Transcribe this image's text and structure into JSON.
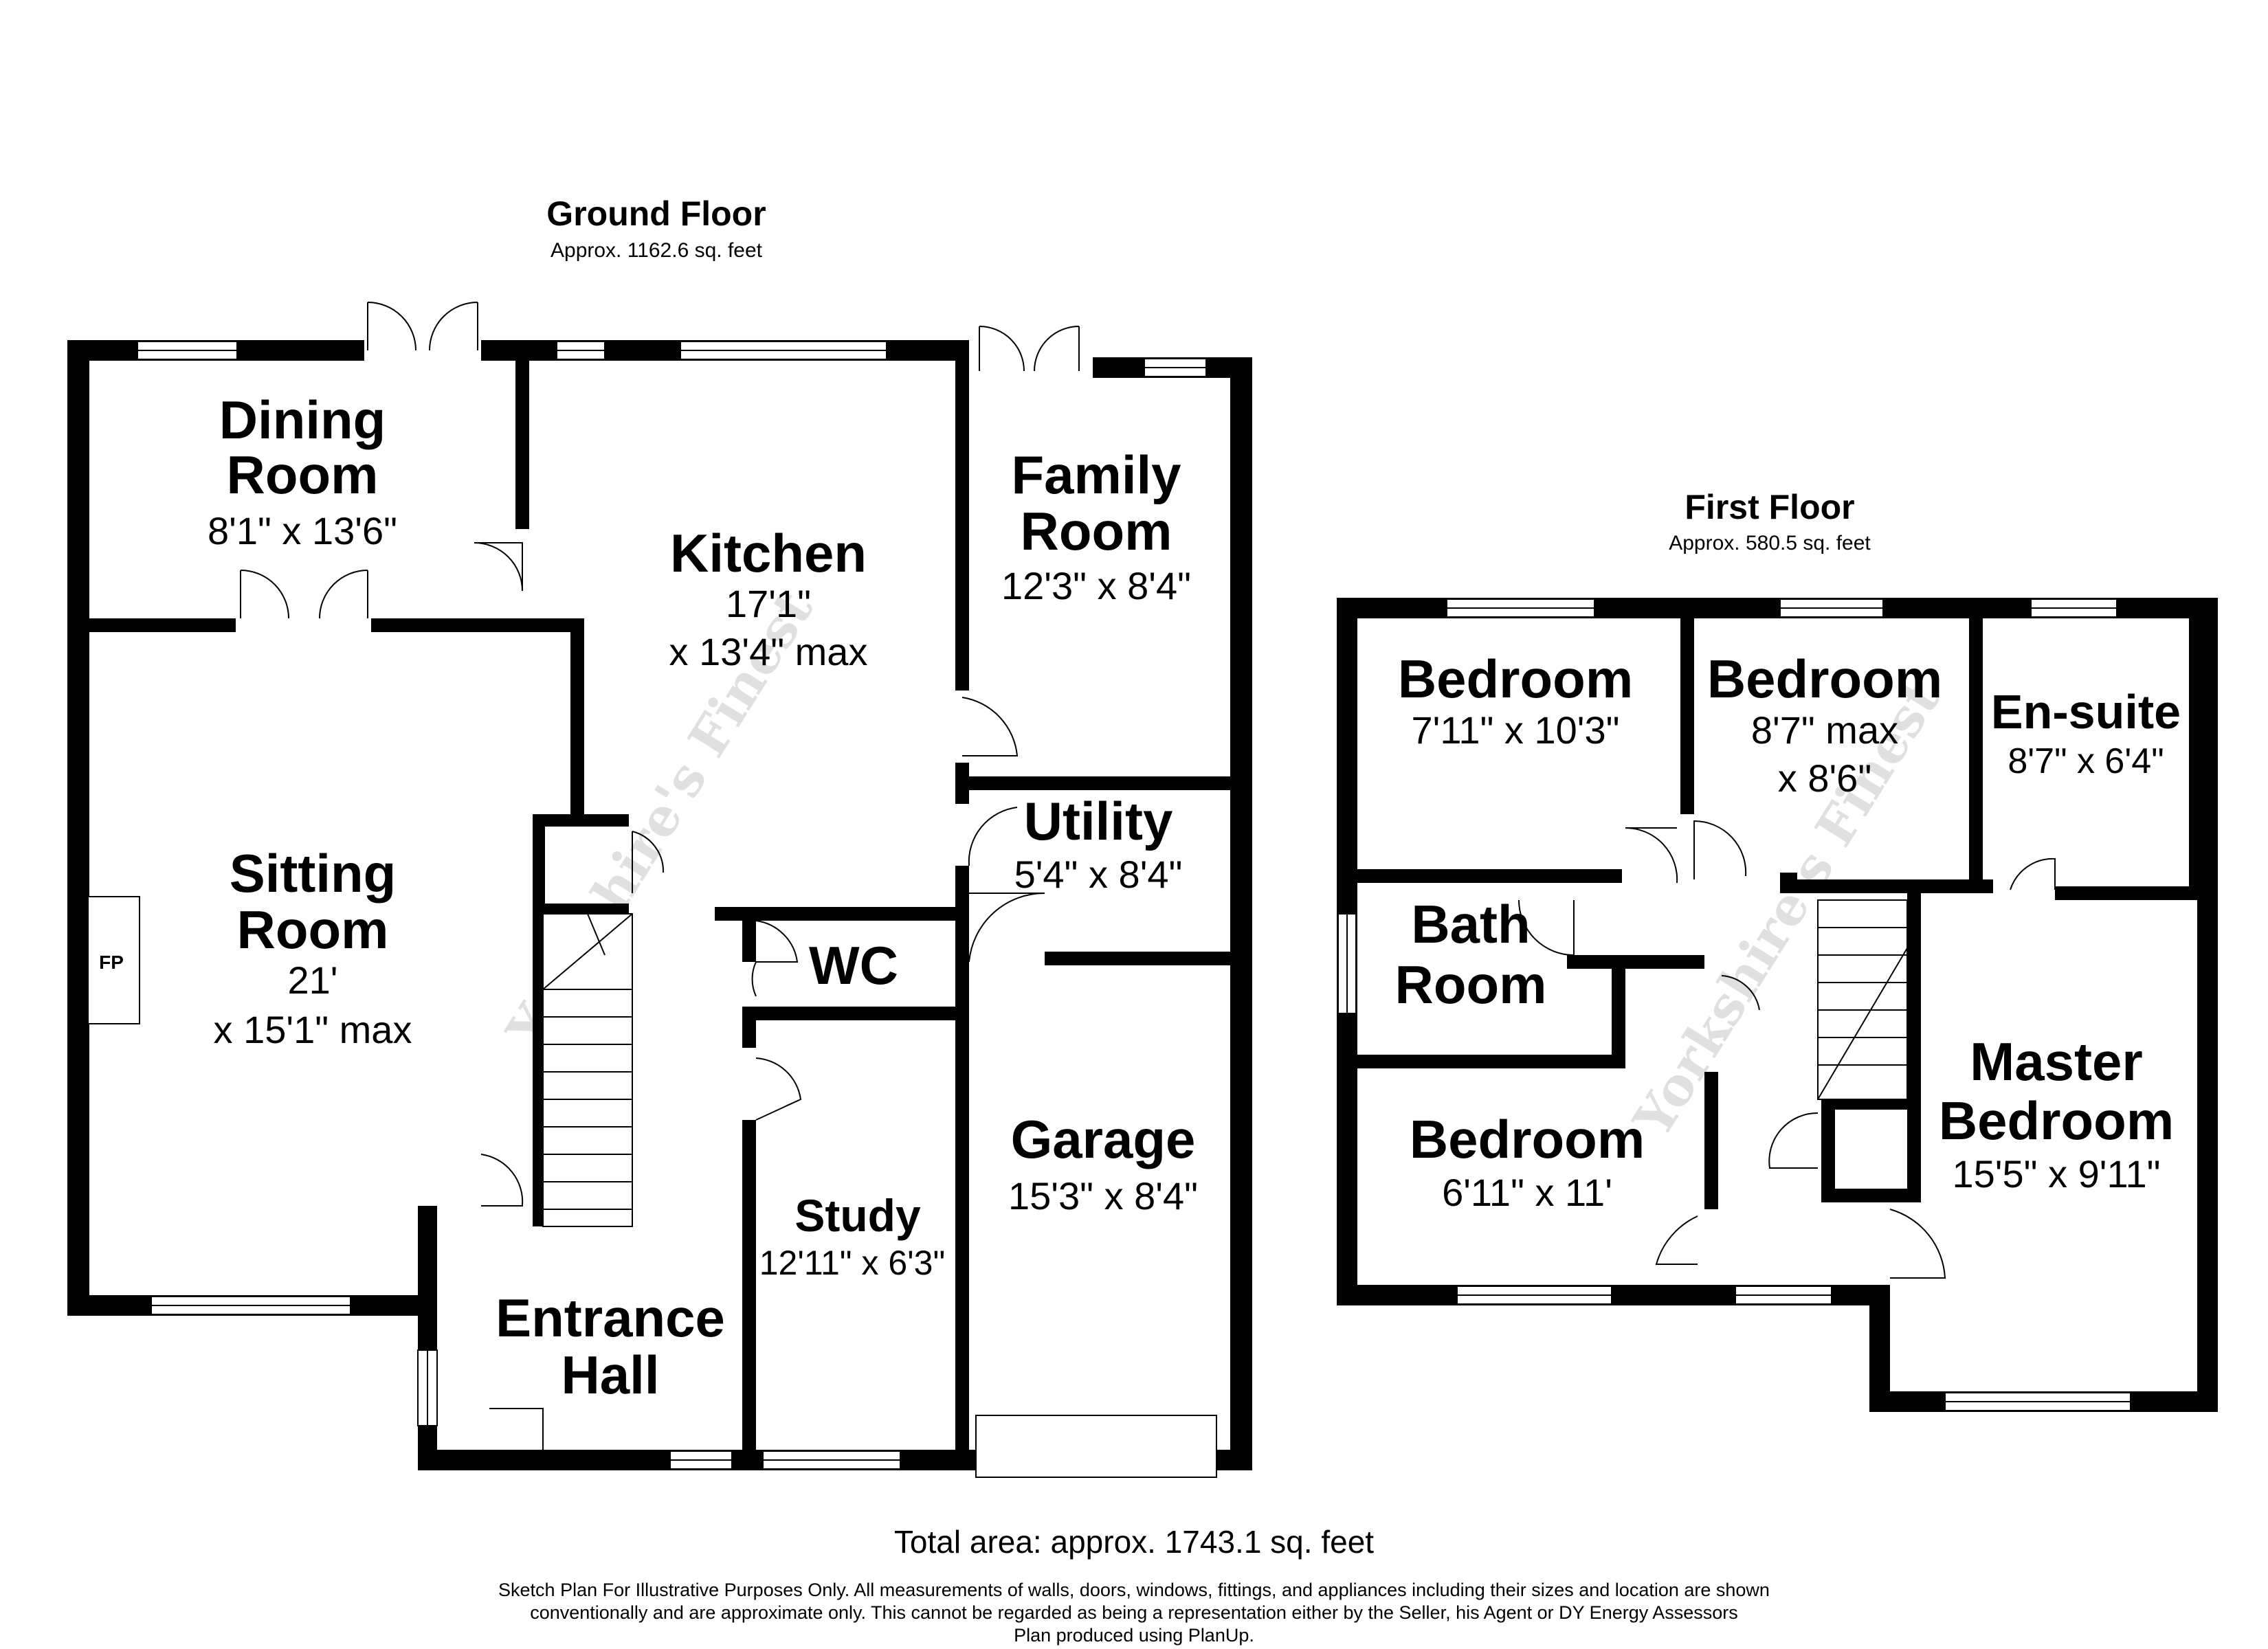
{
  "watermark": "Yorkshire's Finest",
  "ground_floor": {
    "title": "Ground Floor",
    "area": "Approx. 1162.6 sq. feet",
    "rooms": {
      "dining": {
        "name1": "Dining",
        "name2": "Room",
        "size": "8'1\" x 13'6\""
      },
      "kitchen": {
        "name": "Kitchen",
        "size1": "17'1\"",
        "size2": "x 13'4\" max"
      },
      "family": {
        "name1": "Family",
        "name2": "Room",
        "size": "12'3\" x 8'4\""
      },
      "sitting": {
        "name1": "Sitting",
        "name2": "Room",
        "size1": "21'",
        "size2": "x 15'1\" max"
      },
      "fireplace": "FP",
      "utility": {
        "name": "Utility",
        "size": "5'4\" x 8'4\""
      },
      "wc": {
        "name": "WC"
      },
      "study": {
        "name": "Study",
        "size": "12'11\" x 6'3\""
      },
      "garage": {
        "name": "Garage",
        "size": "15'3\" x 8'4\""
      },
      "entrance": {
        "name1": "Entrance",
        "name2": "Hall"
      }
    }
  },
  "first_floor": {
    "title": "First Floor",
    "area": "Approx. 580.5 sq. feet",
    "rooms": {
      "bedroom1": {
        "name": "Bedroom",
        "size": "7'11\" x 10'3\""
      },
      "bedroom2": {
        "name": "Bedroom",
        "size1": "8'7\" max",
        "size2": "x 8'6\""
      },
      "ensuite": {
        "name": "En-suite",
        "size": "8'7\" x 6'4\""
      },
      "bath": {
        "name1": "Bath",
        "name2": "Room"
      },
      "bedroom3": {
        "name": "Bedroom",
        "size": "6'11\" x 11'"
      },
      "master": {
        "name1": "Master",
        "name2": "Bedroom",
        "size": "15'5\" x 9'11\""
      }
    }
  },
  "footer": {
    "total": "Total area: approx. 1743.1 sq. feet",
    "disclaimer1": "Sketch Plan For Illustrative Purposes Only. All measurements of walls, doors, windows, fittings, and appliances including their sizes and location are shown",
    "disclaimer2": "conventionally and are approximate only. This cannot be regarded as being a representation either by the Seller, his Agent or DY Energy Assessors",
    "disclaimer3": "Plan produced using PlanUp."
  }
}
